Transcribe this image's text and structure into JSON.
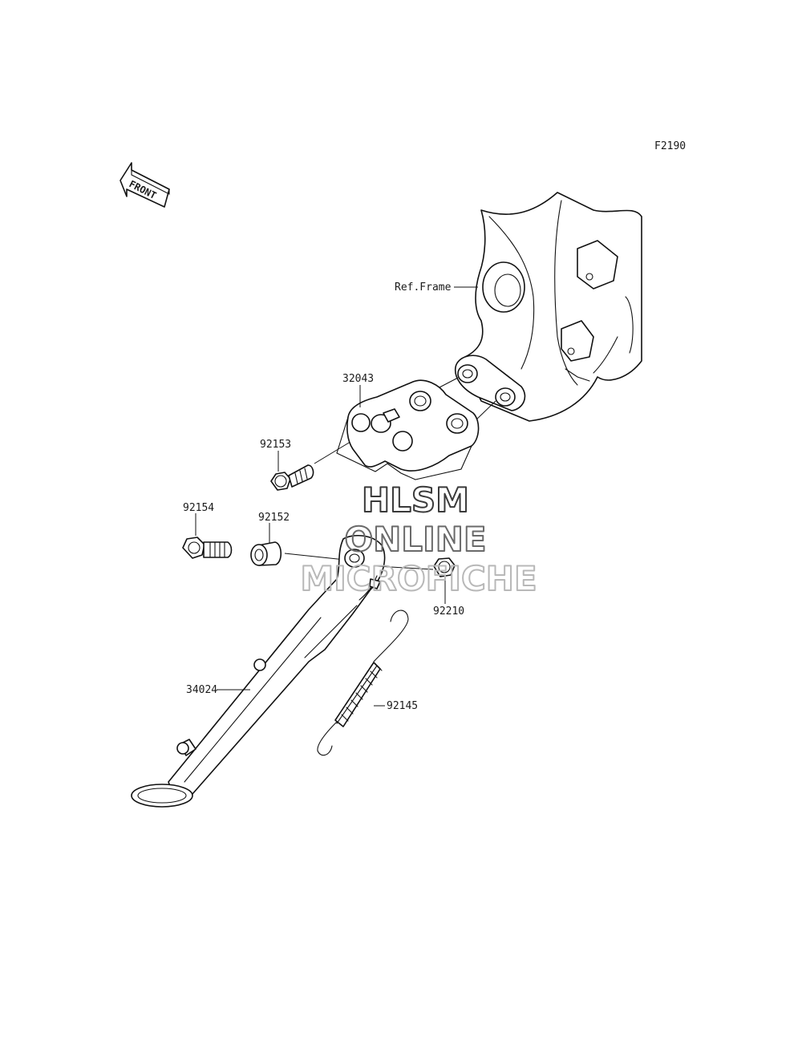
{
  "diagram": {
    "figure_code": "F2190",
    "front_label": "FRONT",
    "ref_frame_label": "Ref.Frame",
    "parts": {
      "bracket": "32043",
      "bracket_bolt": "92153",
      "pivot_bolt": "92154",
      "collar": "92152",
      "nut": "92210",
      "side_stand": "34024",
      "spring": "92145"
    }
  },
  "watermark": {
    "line1": "HLSM",
    "line2": "ONLINE",
    "line3": "MICROFICHE"
  },
  "colors": {
    "line": "#111111",
    "background": "#ffffff",
    "watermark_dark": "#3a3a3a",
    "watermark_mid": "#6a6a6a",
    "watermark_light": "#b8b8b8"
  }
}
